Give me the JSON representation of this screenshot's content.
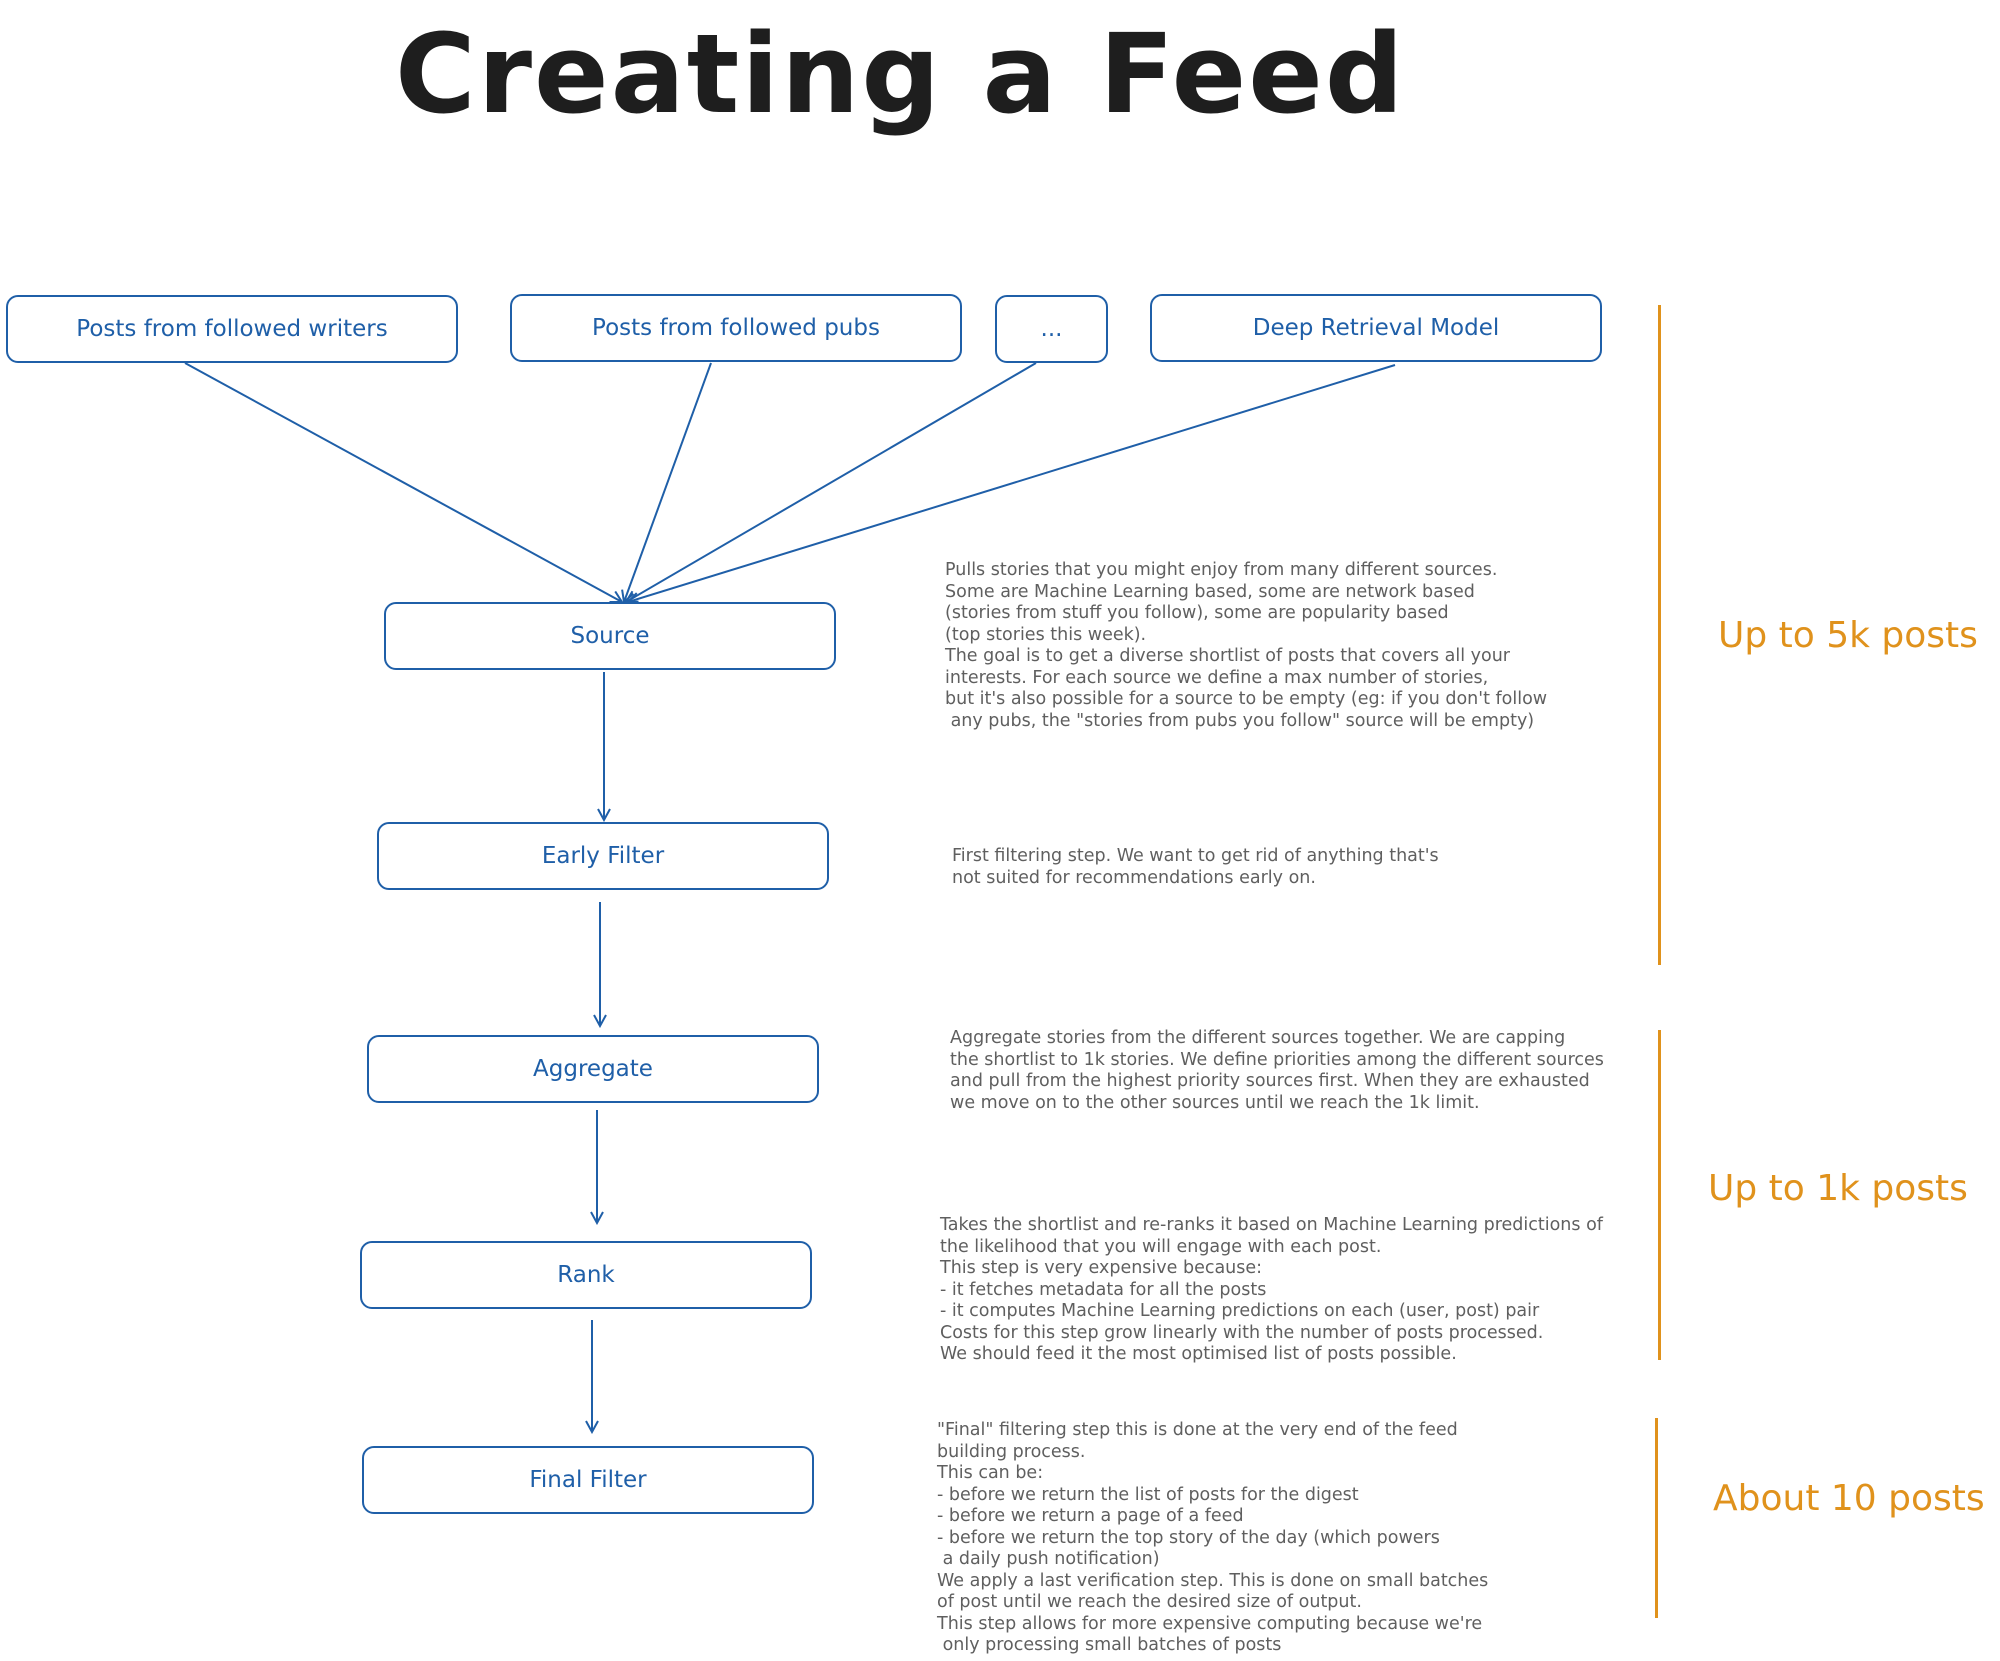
{
  "title": "Creating a Feed",
  "sources": [
    {
      "label": "Posts from followed writers"
    },
    {
      "label": "Posts from followed pubs"
    },
    {
      "label": "..."
    },
    {
      "label": "Deep Retrieval Model"
    }
  ],
  "steps": [
    {
      "label": "Source"
    },
    {
      "label": "Early Filter"
    },
    {
      "label": "Aggregate"
    },
    {
      "label": "Rank"
    },
    {
      "label": "Final Filter"
    }
  ],
  "notes": {
    "source": "Pulls stories that you might enjoy from many different sources.\nSome are Machine Learning based, some are network based\n(stories from stuff you follow), some are popularity based\n(top stories this week).\nThe goal is to get a diverse shortlist of posts that covers all your\ninterests. For each source we define a max number of stories,\nbut it's also possible for a source to be empty (eg: if you don't follow\n any pubs, the \"stories from pubs you follow\" source will be empty)",
    "early_filter": "First filtering step. We want to get rid of anything that's\nnot suited for recommendations early on.",
    "aggregate": "Aggregate stories from the different sources together. We are capping\nthe shortlist to 1k stories. We define priorities among the different sources\nand pull from the highest priority sources first. When they are exhausted\nwe move on to the other sources until we reach the 1k limit.",
    "rank": "Takes the shortlist and re-ranks it based on Machine Learning predictions of\nthe likelihood that you will engage with each post.\nThis step is very expensive because:\n- it fetches metadata for all the posts\n- it computes Machine Learning predictions on each (user, post) pair\nCosts for this step grow linearly with the number of posts processed.\nWe should feed it the most optimised list of posts possible.",
    "final_filter": "\"Final\" filtering step this is done at the very end of the feed\nbuilding process.\nThis can be:\n- before we return the list of posts for the digest\n- before we return a page of a feed\n- before we return the top story of the day (which powers\n a daily push notification)\nWe apply a last verification step. This is done on small batches\nof post until we reach the desired size of output.\nThis step allows for more expensive computing because we're\n only processing small batches of posts"
  },
  "counts": [
    {
      "label": "Up to 5k posts"
    },
    {
      "label": "Up to 1k posts"
    },
    {
      "label": "About 10 posts"
    }
  ],
  "colors": {
    "box": "#1f5fa8",
    "accent": "#e0921c",
    "note": "#5f5f5f",
    "title": "#1e1e1e"
  }
}
